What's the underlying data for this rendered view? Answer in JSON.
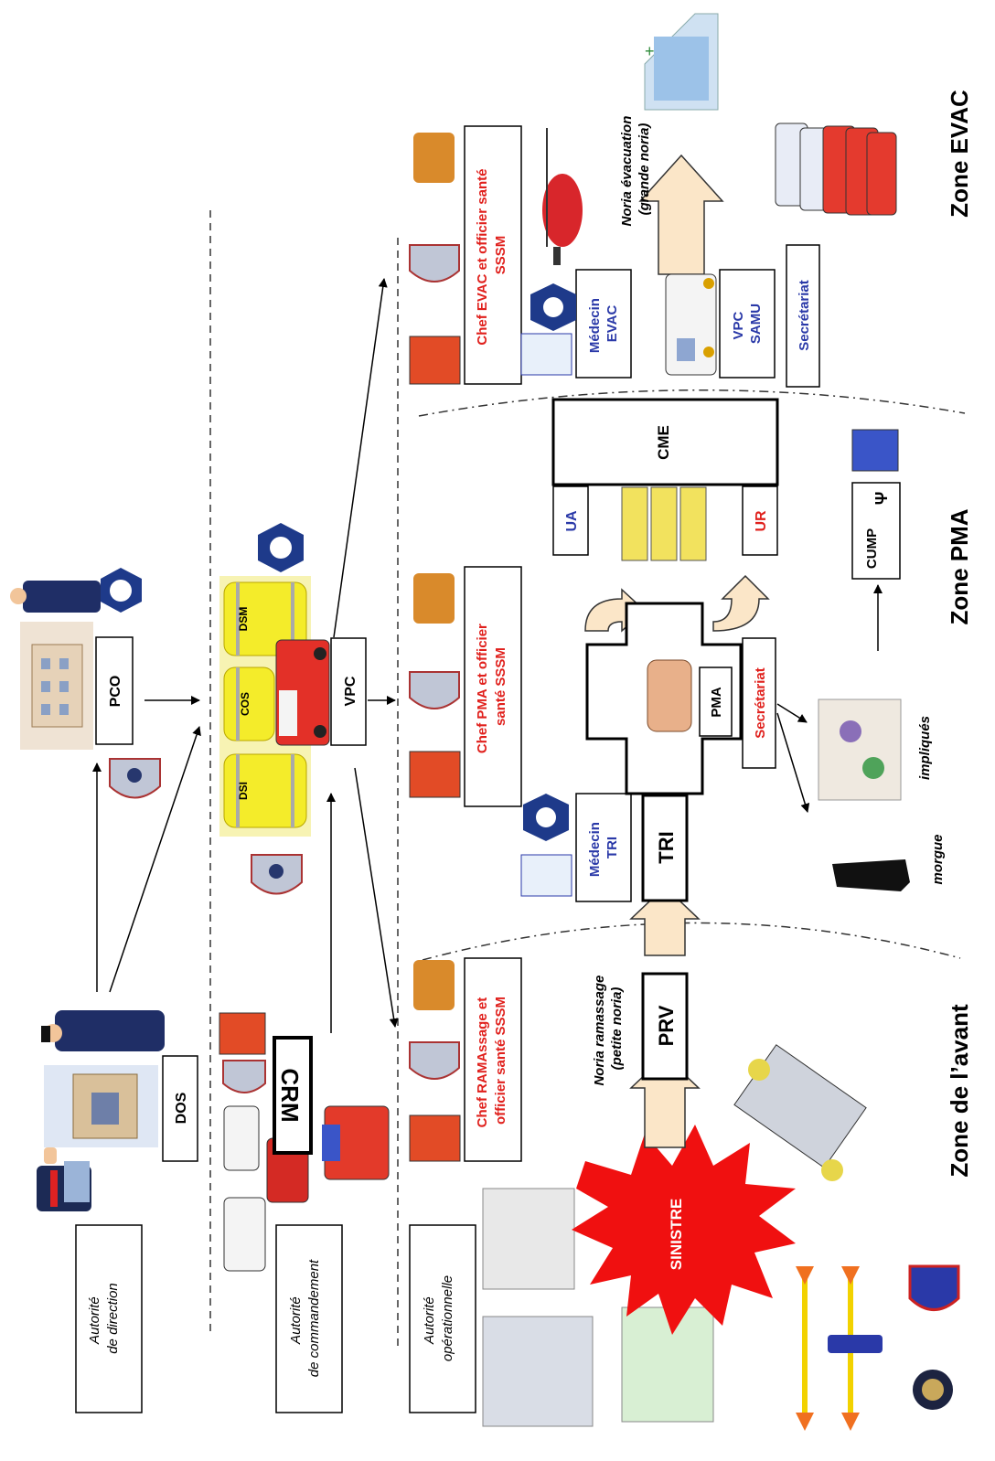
{
  "zones": {
    "front": "Zone de l’avant",
    "pma": "Zone PMA",
    "evac": "Zone EVAC"
  },
  "authorities": {
    "direction": [
      "Autorité",
      "de direction"
    ],
    "commandement": [
      "Autorité",
      "de commandement"
    ],
    "operationnelle": [
      "Autorité",
      "opérationnelle"
    ]
  },
  "boxes": {
    "dos": "DOS",
    "pco": "PCO",
    "crm": "CRM",
    "vpc": "VPC",
    "dsi": "DSI",
    "cos": "COS",
    "dsm": "DSM",
    "prv": "PRV",
    "tri": "TRI",
    "pma": "PMA",
    "cme": "CME",
    "ua": "UA",
    "ur": "UR",
    "cump": "CUMP",
    "cump_symbol": "Ψ",
    "sinistre": "SINISTRE",
    "secretariat_pma": "Secrétariat",
    "secretariat_evac": "Secrétariat"
  },
  "chefs": {
    "ramassage": [
      "Chef RAMAssage et",
      "officier santé SSSM"
    ],
    "pma": [
      "Chef PMA et officier",
      "santé SSSM"
    ],
    "evac": [
      "Chef EVAC et officier santé",
      "SSSM"
    ]
  },
  "medecins": {
    "tri": [
      "Médecin",
      "TRI"
    ],
    "evac": [
      "Médecin",
      "EVAC"
    ],
    "vpc_samu": [
      "VPC",
      "SAMU"
    ]
  },
  "noria": {
    "ramassage": [
      "Noria ramassage",
      "(petite noria)"
    ],
    "evacuation": [
      "Noria évacuation",
      "(grande noria)"
    ]
  },
  "labels": {
    "impliques": "impliqués",
    "morgue": "morgue"
  },
  "colors": {
    "red_text": "#e0201c",
    "blue_text": "#2a39a8",
    "sinistre_red": "#f01010",
    "arrow_fill": "#fbe6c8",
    "vest_yellow": "#f4ec2a",
    "vest_bg": "#f7f3b3",
    "dash": "#333333"
  }
}
